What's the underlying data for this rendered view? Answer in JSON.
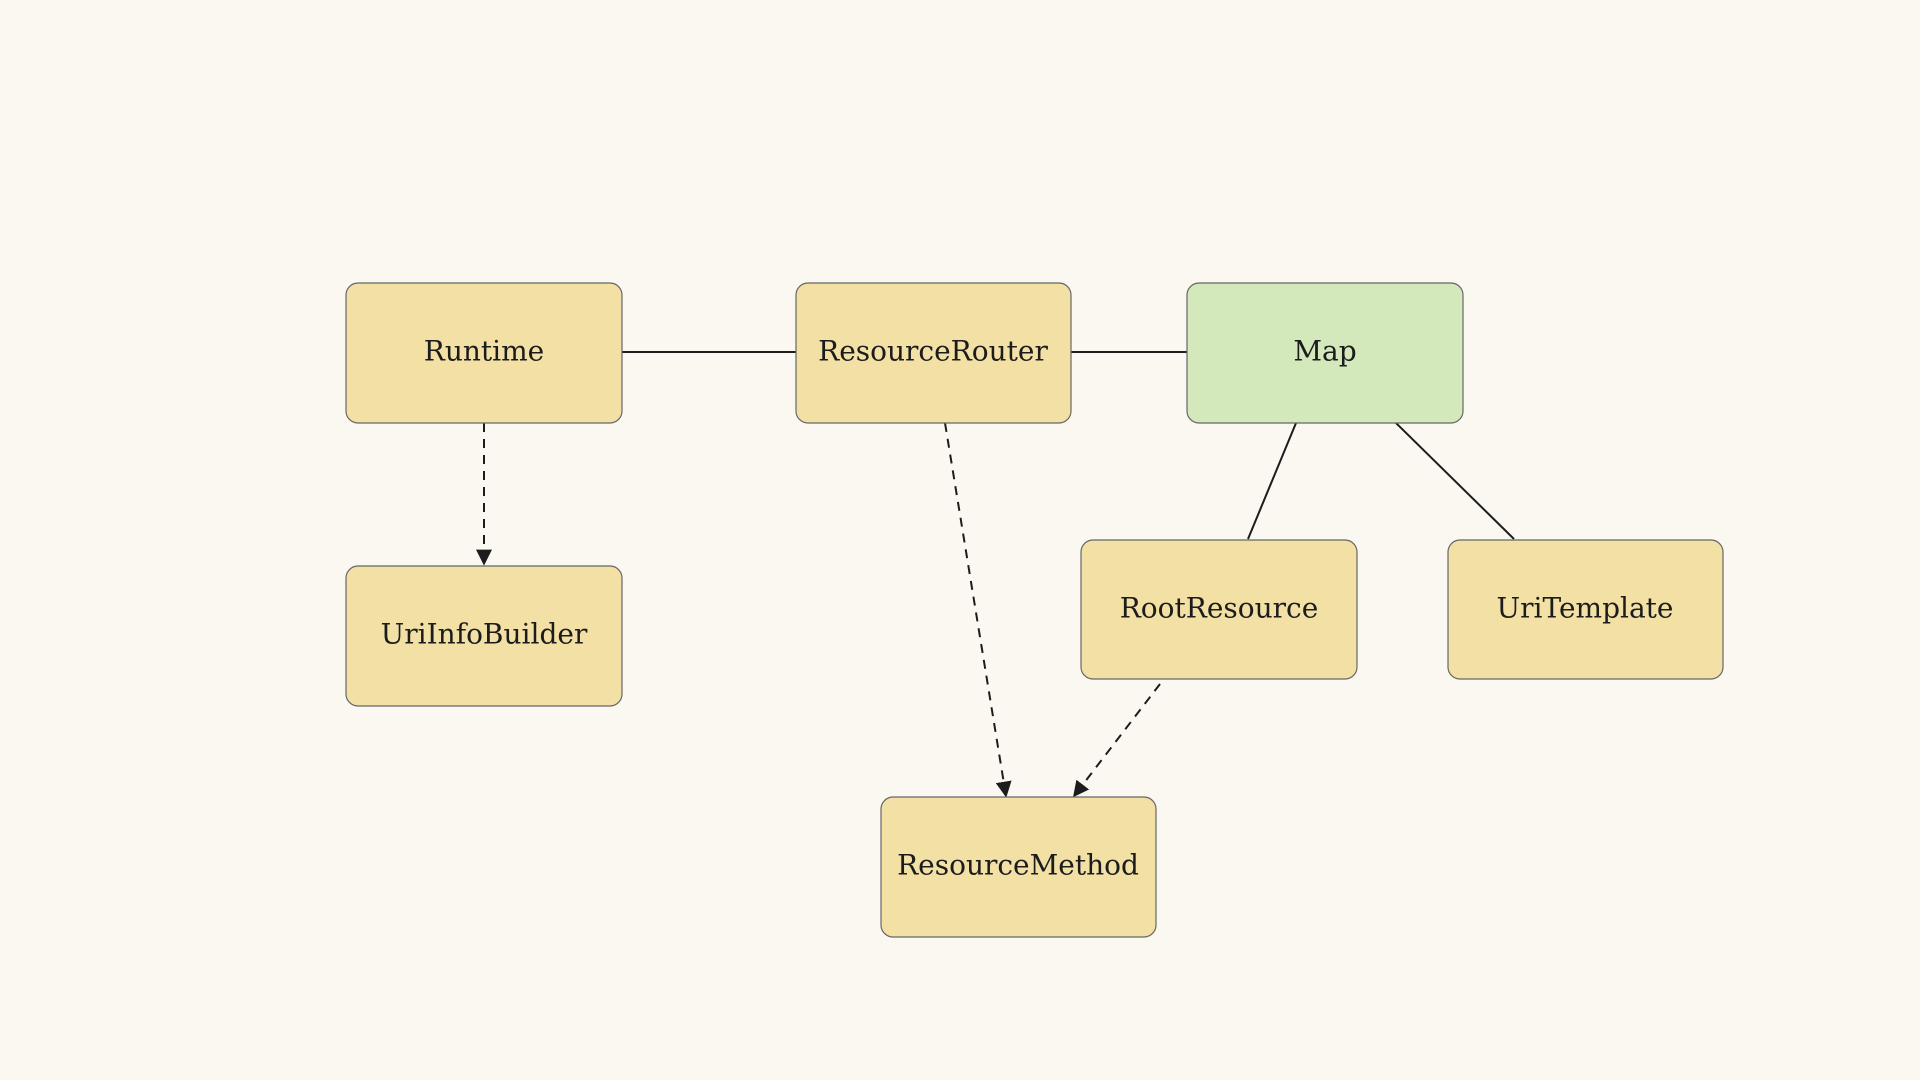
{
  "colors": {
    "background": "#fbf8f1",
    "node_default": "#f3e0a5",
    "node_highlight": "#d3e9bc",
    "node_border": "#666666",
    "edge": "#1c1c1c"
  },
  "nodes": [
    {
      "id": "runtime",
      "label": "Runtime",
      "style": "default"
    },
    {
      "id": "resource-router",
      "label": "ResourceRouter",
      "style": "default"
    },
    {
      "id": "map",
      "label": "Map",
      "style": "highlight"
    },
    {
      "id": "uri-info-builder",
      "label": "UriInfoBuilder",
      "style": "default"
    },
    {
      "id": "root-resource",
      "label": "RootResource",
      "style": "default"
    },
    {
      "id": "uri-template",
      "label": "UriTemplate",
      "style": "default"
    },
    {
      "id": "resource-method",
      "label": "ResourceMethod",
      "style": "default"
    }
  ],
  "edges": [
    {
      "from": "runtime",
      "to": "resource-router",
      "style": "solid",
      "arrow": false
    },
    {
      "from": "resource-router",
      "to": "map",
      "style": "solid",
      "arrow": false
    },
    {
      "from": "runtime",
      "to": "uri-info-builder",
      "style": "dashed",
      "arrow": true
    },
    {
      "from": "resource-router",
      "to": "resource-method",
      "style": "dashed",
      "arrow": true
    },
    {
      "from": "map",
      "to": "root-resource",
      "style": "solid",
      "arrow": false
    },
    {
      "from": "map",
      "to": "uri-template",
      "style": "solid",
      "arrow": false
    },
    {
      "from": "root-resource",
      "to": "resource-method",
      "style": "dashed",
      "arrow": true
    }
  ]
}
